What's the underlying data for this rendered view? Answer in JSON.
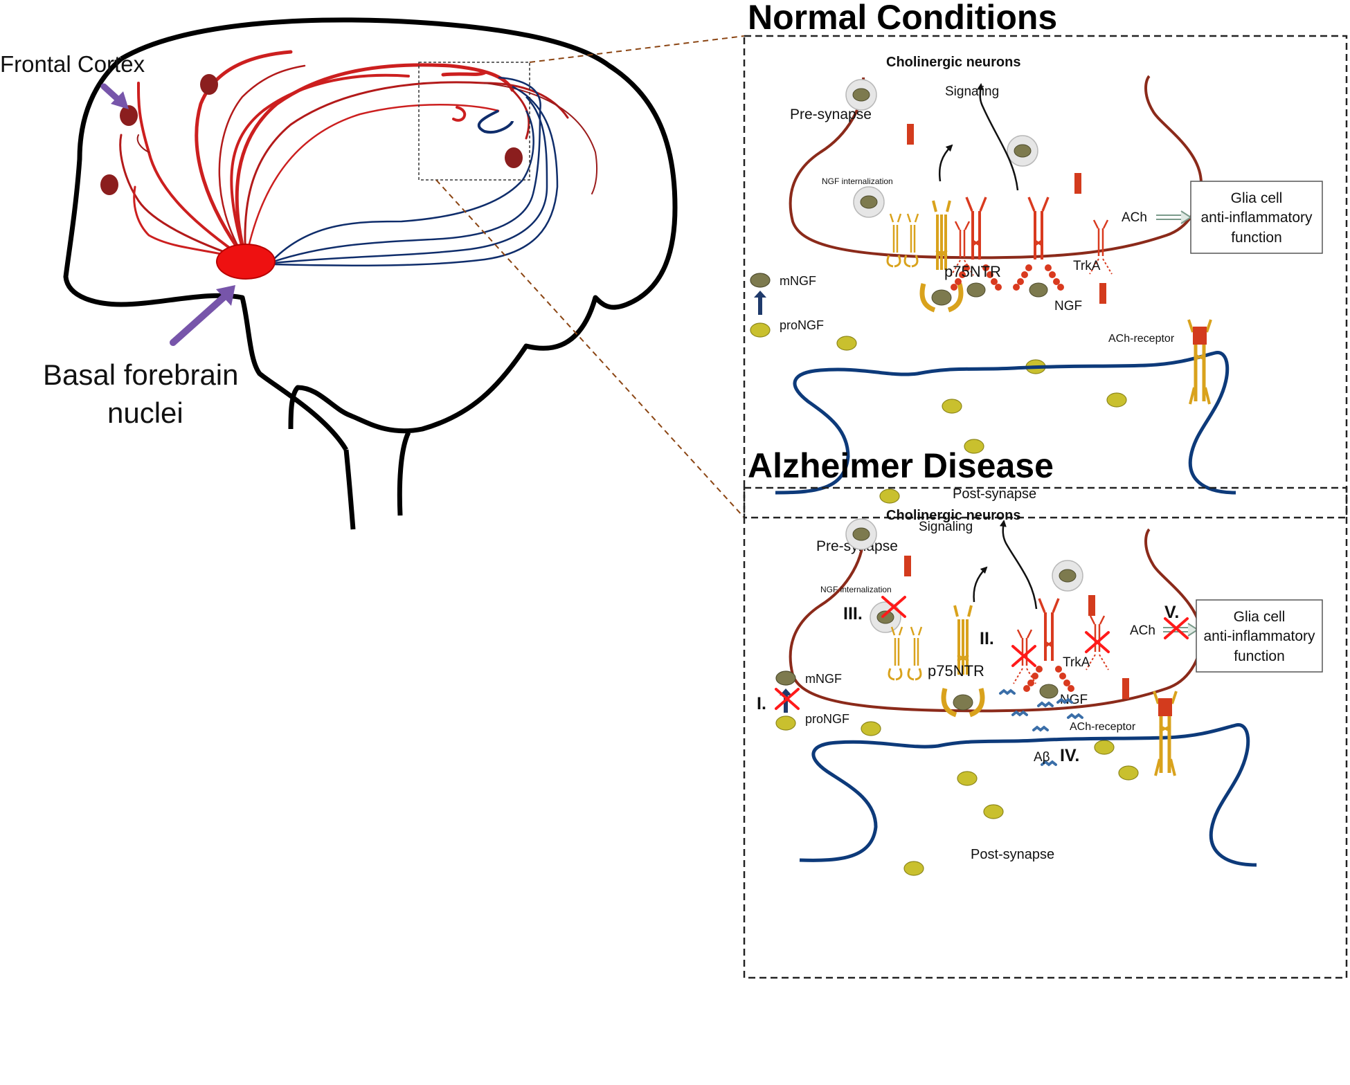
{
  "brain": {
    "frontal_cortex_label": "Frontal Cortex",
    "basal_forebrain_label_line1": "Basal forebrain",
    "basal_forebrain_label_line2": "nuclei"
  },
  "panels": [
    {
      "title": "Normal Conditions",
      "cholinergic_neurons": "Cholinergic neurons",
      "signaling": "Signaling",
      "pre_synapse": "Pre-synapse",
      "ngf_internalization": "NGF internalization",
      "p75ntr": "p75NTR",
      "trka": "TrkA",
      "ngf": "NGF",
      "mngf": "mNGF",
      "prongf": "proNGF",
      "ach": "ACh",
      "ach_receptor": "ACh-receptor",
      "post_synapse": "Post-synapse",
      "glia_line1": "Glia cell",
      "glia_line2": "anti-inflammatory",
      "glia_line3": "function"
    },
    {
      "title": "Alzheimer Disease",
      "cholinergic_neurons": "Cholinergic neurons",
      "signaling": "Signaling",
      "pre_synapse": "Pre-synapse",
      "ngf_internalization": "NGF internalization",
      "p75ntr": "p75NTR",
      "trka": "TrkA",
      "ngf": "NGF",
      "mngf": "mNGF",
      "prongf": "proNGF",
      "ach": "ACh",
      "ach_receptor": "ACh-receptor",
      "post_synapse": "Post-synapse",
      "glia_line1": "Glia cell",
      "glia_line2": "anti-inflammatory",
      "glia_line3": "function",
      "abeta": "Aβ",
      "markers": {
        "i": "I.",
        "ii": "II.",
        "iii": "III.",
        "iv": "IV.",
        "v": "V."
      }
    }
  ],
  "colors": {
    "presynapse_membrane": "#8b2a1a",
    "postsynapse_membrane": "#0d3a7a",
    "cholinergic_fiber_red": "#cc1f1f",
    "blue_fiber": "#0f2d6b",
    "nucleus_red": "#ee1111",
    "arrow_purple": "#7755aa",
    "p75_receptor": "#d9a21c",
    "trka_receptor": "#d93a1f",
    "ngf_olive": "#7d7a4e",
    "prongf_yellow": "#c9c02e",
    "ach_block": "#d33b1d",
    "inhibition_cross": "#ff1a1a",
    "abeta_blue": "#3a6ea8"
  }
}
